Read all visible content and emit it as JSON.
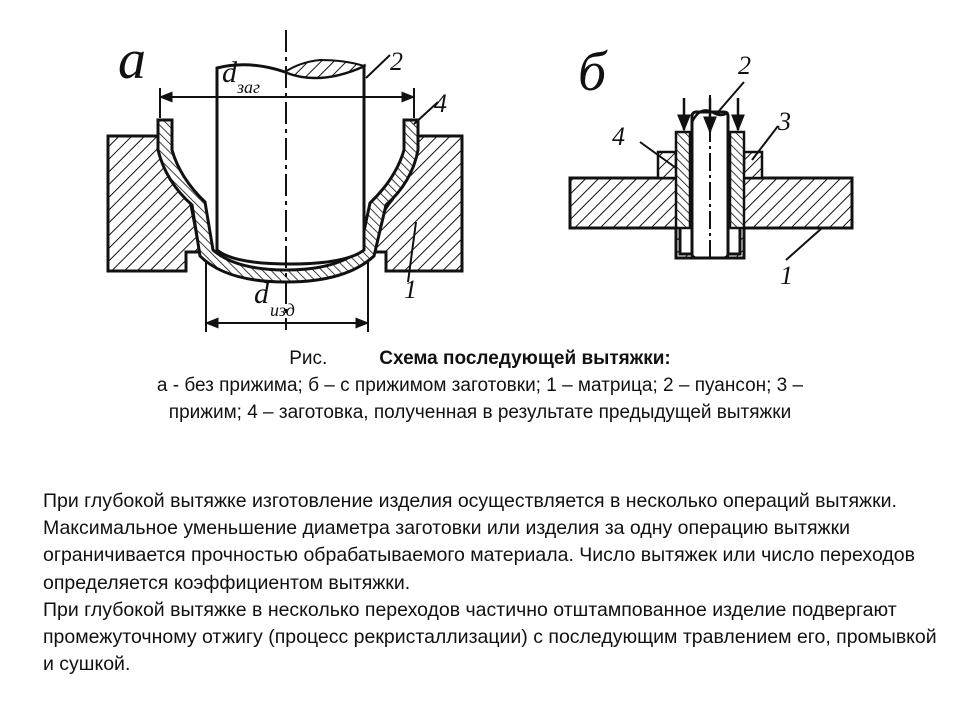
{
  "figure": {
    "panel_a": {
      "letter": "а",
      "d_blank_main": "d",
      "d_blank_sub": "заг",
      "d_product_main": "d",
      "d_product_sub": "изд",
      "label_1": "1",
      "label_2": "2",
      "label_4": "4"
    },
    "panel_b": {
      "letter": "б",
      "label_1": "1",
      "label_2": "2",
      "label_3": "3",
      "label_4": "4"
    }
  },
  "caption": {
    "prefix": "Рис.",
    "title": "Схема последующей вытяжки:",
    "text": "а  -  без прижима; б – с прижимом заготовки; 1 – матрица; 2 – пуансон; 3 – прижим; 4 – заготовка, полученная в результате предыдущей вытяжки"
  },
  "body": {
    "paragraph1": "При глубокой вытяжке изготовление изделия осуществляется в несколько операций вытяжки. Максимальное уменьшение диаметра заготовки или изделия за одну операцию вытяжки ограничивается  прочностью обрабатываемого материала. Число вытяжек или число переходов определяется коэффициентом вытяжки.",
    "paragraph2": "При глубокой вытяжке в несколько переходов частично отштампованное изделие подвергают промежуточному отжигу (процесс рекристаллизации) с последующим травлением его, промывкой и сушкой."
  }
}
